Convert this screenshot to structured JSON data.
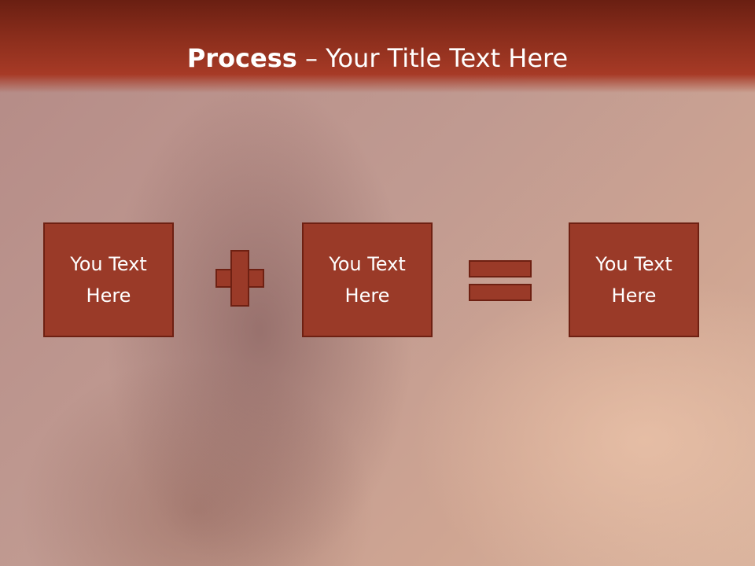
{
  "slide": {
    "title_bold": "Process",
    "title_rest": " – Your Title Text Here"
  },
  "boxes": [
    {
      "label": "You Text Here"
    },
    {
      "label": "You Text Here"
    },
    {
      "label": "You Text Here"
    }
  ],
  "operators": {
    "first": "plus-icon",
    "second": "equals-icon"
  },
  "colors": {
    "header": "#8e2f1d",
    "box_fill": "#9a3a28",
    "box_border": "#6e2012",
    "text": "#ffffff"
  }
}
